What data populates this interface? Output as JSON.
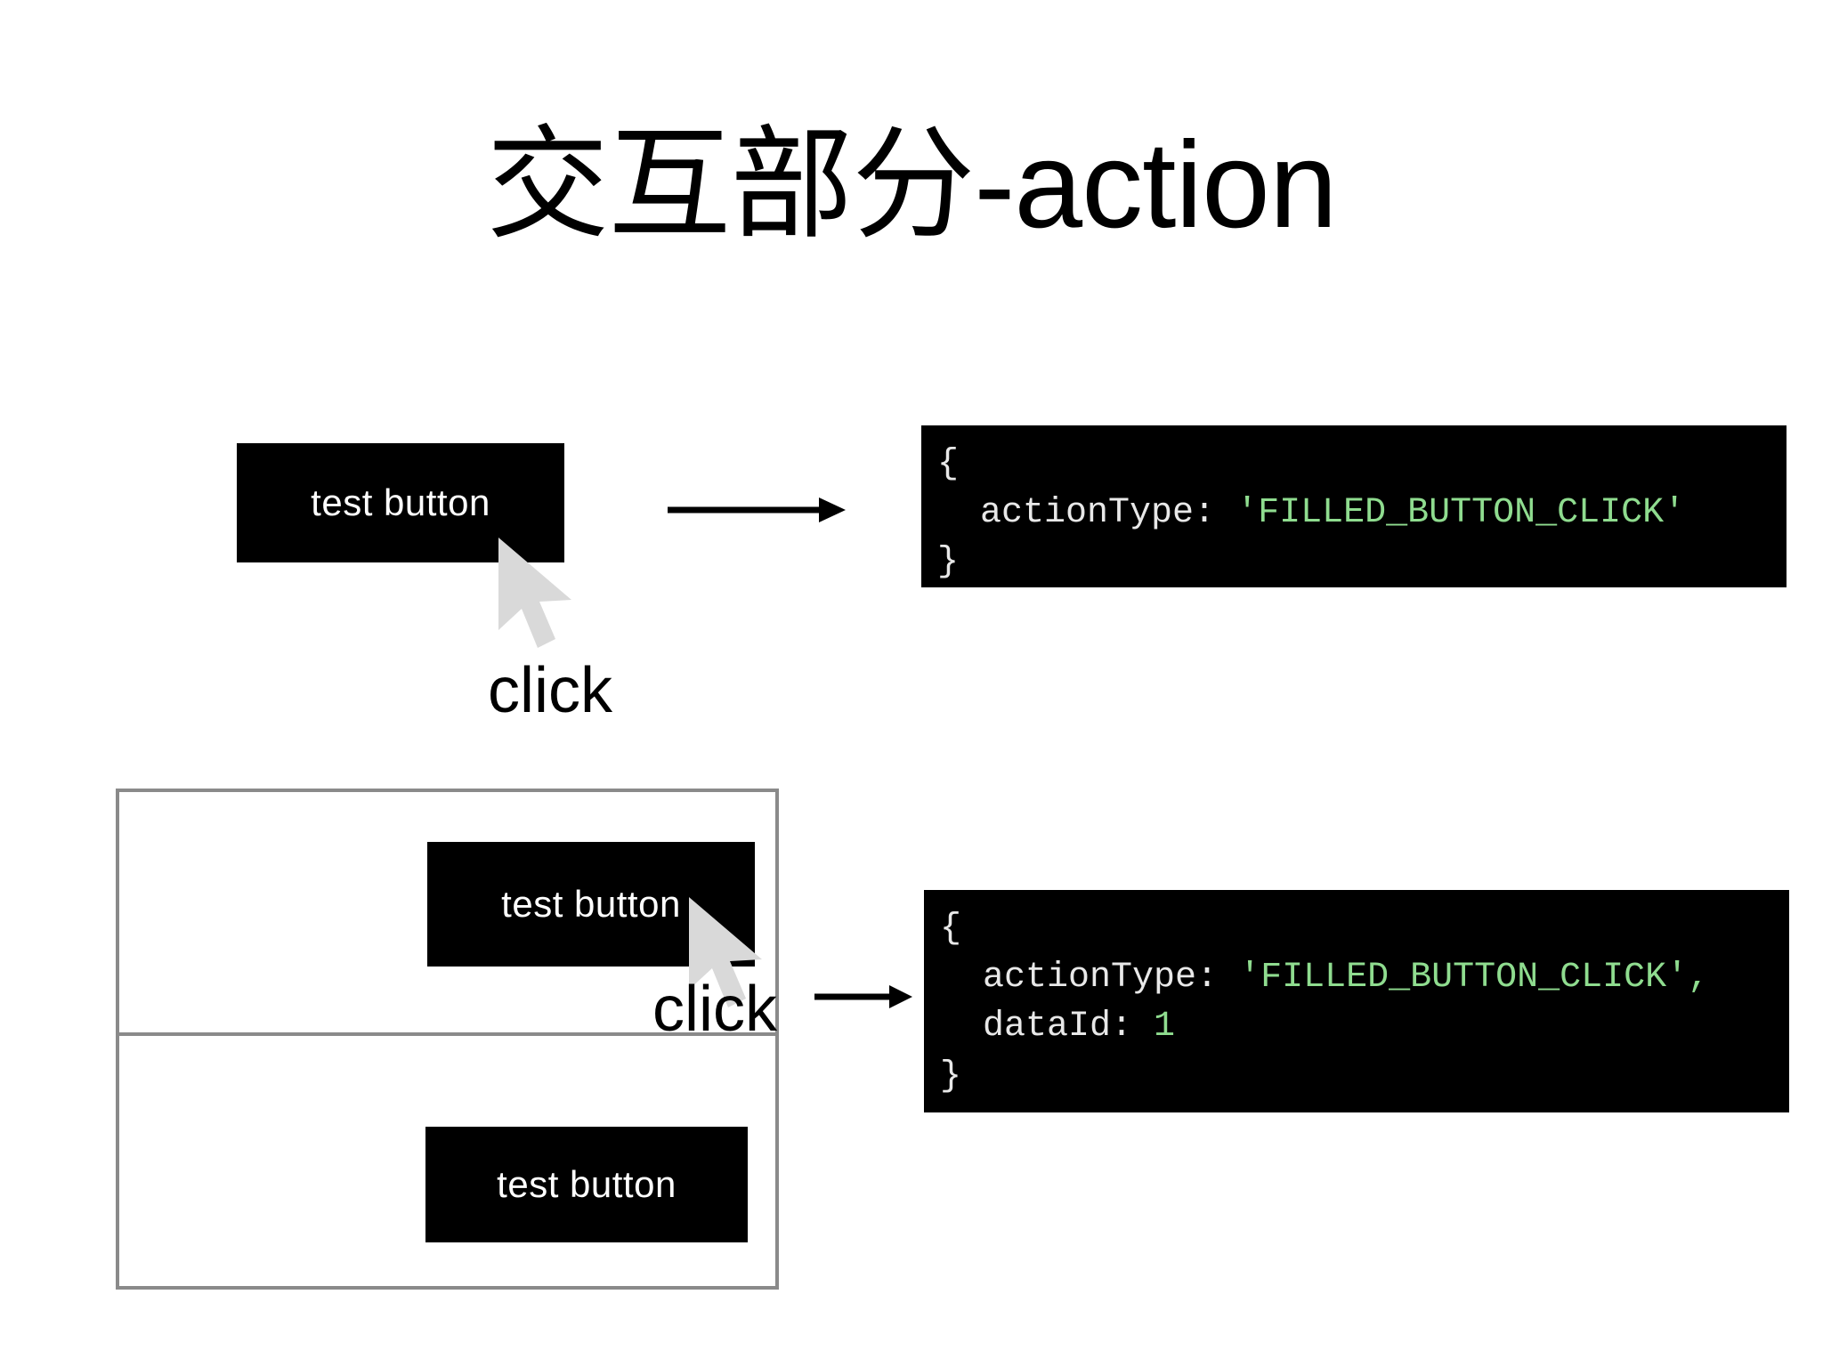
{
  "slide": {
    "title": "交互部分-action",
    "background_color": "#ffffff",
    "text_color": "#000000"
  },
  "colors": {
    "button_background": "#000000",
    "button_text": "#ffffff",
    "code_background": "#000000",
    "code_text": "#e8e8e8",
    "code_string": "#8fdc8f",
    "code_number": "#8fdc8f",
    "border_gray": "#8a8a8a",
    "cursor_fill": "#d9d9d9"
  },
  "example_one": {
    "button_label": "test button",
    "cursor_icon": "mouse-pointer-icon",
    "click_label": "click",
    "arrow_icon": "arrow-right-icon",
    "code": {
      "line_open": "{",
      "line_close": "}",
      "entries": [
        {
          "key": "actionType:",
          "value": "'FILLED_BUTTON_CLICK'",
          "value_type": "string"
        }
      ]
    }
  },
  "example_two": {
    "list_rows": [
      {
        "button_label": "test button",
        "cursor_icon": "mouse-pointer-icon",
        "click_label": "click"
      },
      {
        "button_label": "test button"
      }
    ],
    "arrow_icon": "arrow-right-icon",
    "code": {
      "line_open": "{",
      "line_close": "}",
      "entries": [
        {
          "key": "actionType:",
          "value": "'FILLED_BUTTON_CLICK',",
          "value_type": "string"
        },
        {
          "key": "dataId:",
          "value": "1",
          "value_type": "number"
        }
      ]
    }
  }
}
